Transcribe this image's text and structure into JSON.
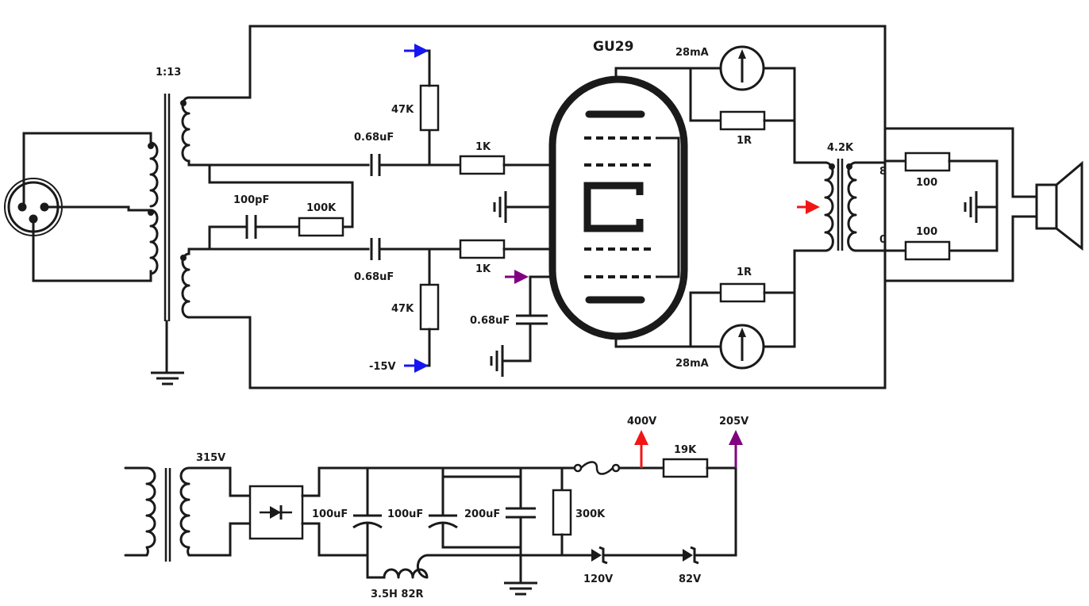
{
  "tube": {
    "type": "GU29"
  },
  "input_transformer": {
    "ratio": "1:13"
  },
  "output_transformer": {
    "impedance": "4.2K",
    "tap_8": "8",
    "tap_0": "0"
  },
  "resistors": {
    "grid_leak_top": "47K",
    "grid_leak_bottom": "47K",
    "grid_stop_top": "1K",
    "grid_stop_bottom": "1K",
    "feedback": "100K",
    "cathode_sense_top": "1R",
    "cathode_sense_bottom": "1R",
    "load_top": "100",
    "load_bottom": "100",
    "bleeder": "300K",
    "psu_drop": "19K"
  },
  "capacitors": {
    "coupling_top": "0.68uF",
    "coupling_bottom": "0.68uF",
    "feedback": "100pF",
    "screen_bypass": "0.68uF",
    "psu_1": "100uF",
    "psu_2": "100uF",
    "psu_3": "200uF"
  },
  "meters": {
    "top_current": "28mA",
    "bottom_current": "28mA"
  },
  "bias": {
    "supply": "-15V"
  },
  "psu": {
    "secondary": "315V",
    "choke": "3.5H 82R",
    "b_plus": "400V",
    "screen_supply": "205V",
    "zener_1": "120V",
    "zener_2": "82V"
  },
  "colors": {
    "bias_arrow": "#1616f0",
    "anode_arrow": "#f01616",
    "screen_arrow": "#800080",
    "wire": "#1a1a1a"
  }
}
